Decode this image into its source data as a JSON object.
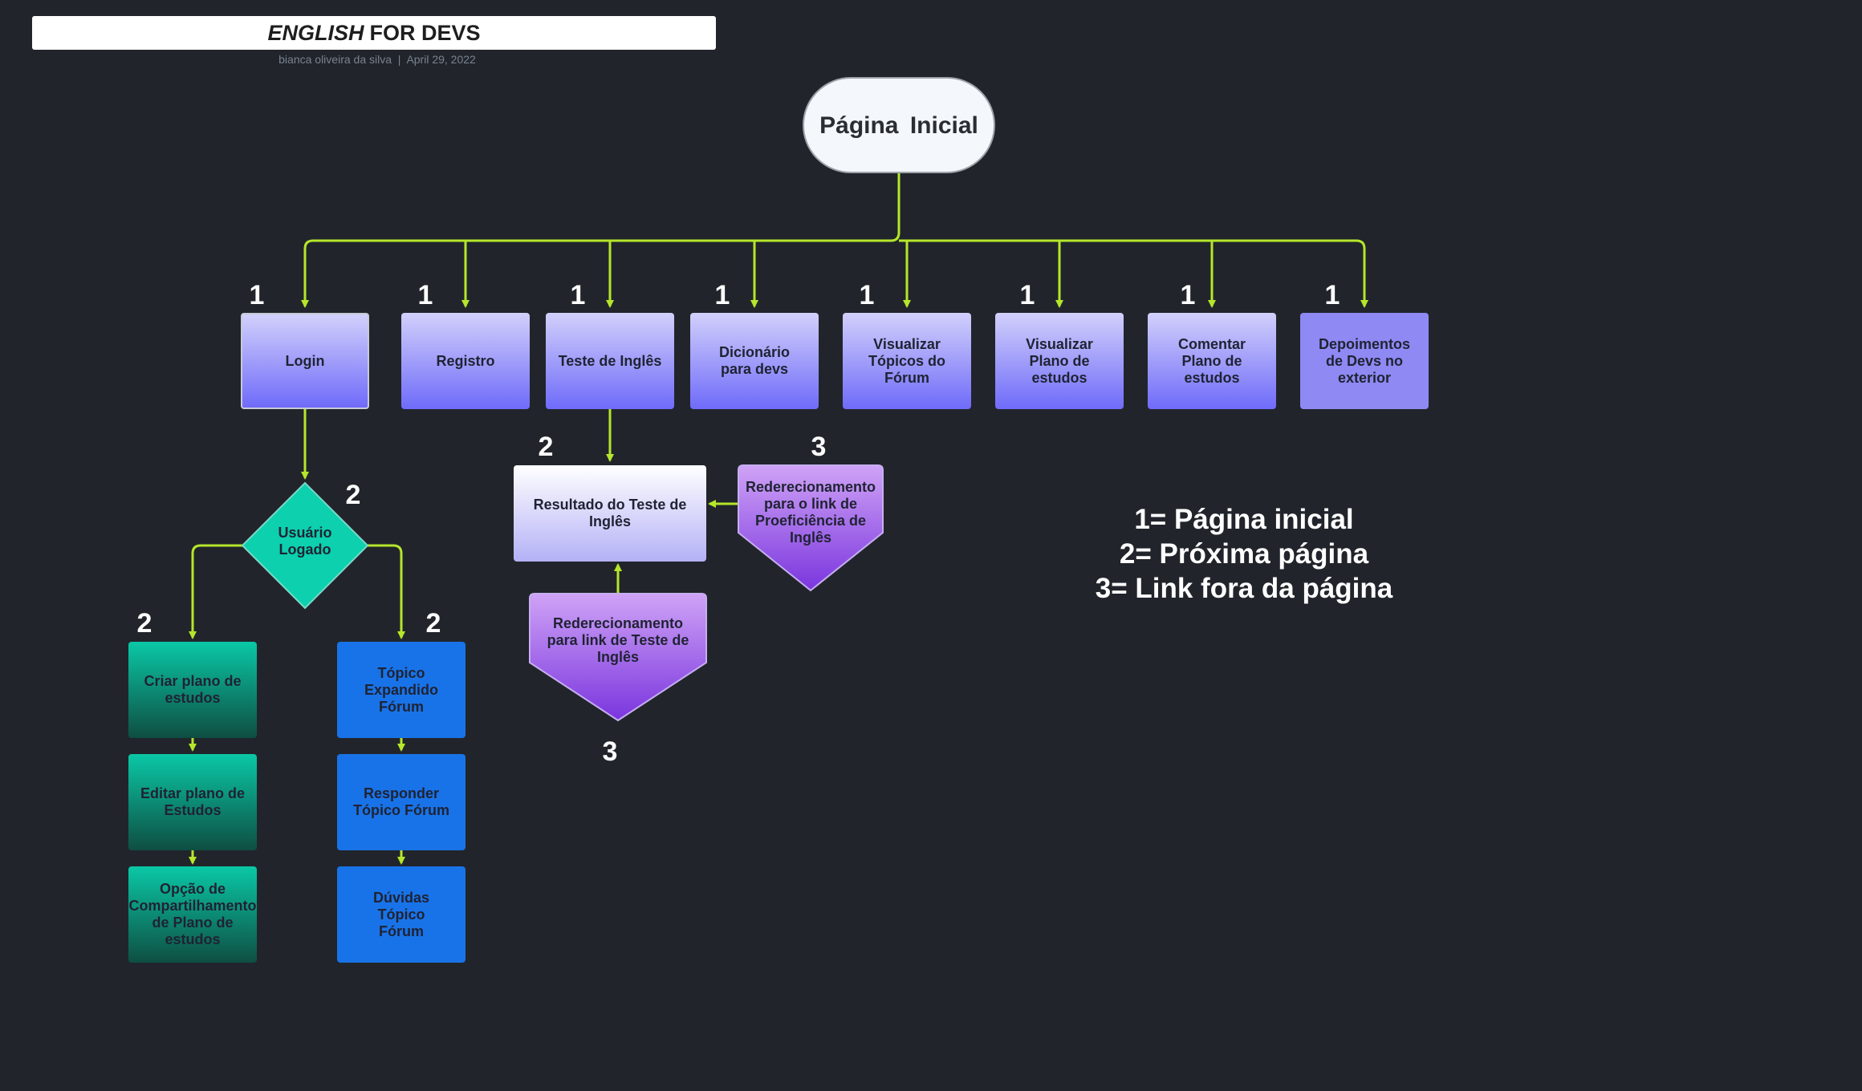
{
  "header": {
    "title_italic": "ENGLISH",
    "title_rest": "FOR DEVS",
    "author": "bianca oliveira da silva",
    "date": "April 29, 2022"
  },
  "root": "Página  Inicial",
  "level1": [
    "Login",
    "Registro",
    "Teste de Inglês",
    "Dicionário para devs",
    "Visualizar Tópicos  do Fórum",
    "Visualizar Plano de estudos",
    "Comentar Plano de estudos",
    "Depoimentos de Devs no exterior"
  ],
  "decision": "Usuário Logado",
  "left_branch": [
    "Criar  plano de estudos",
    "Editar plano de Estudos",
    "Opção de Compartilhamento de Plano de estudos"
  ],
  "right_branch": [
    "Tópico Expandido Fórum",
    "Responder Tópico Fórum",
    "Dúvidas Tópico Fórum"
  ],
  "test_result": "Resultado do Teste de Inglês",
  "redirect_proficiency": "Rederecionamento para o link de Proeficiência de Inglês",
  "redirect_test": "Rederecionamento para link de Teste de Inglês",
  "numbers": {
    "one": "1",
    "two": "2",
    "three": "3"
  },
  "legend": [
    "1= Página inicial",
    "2= Próxima página",
    "3= Link fora da página"
  ],
  "colors": {
    "background": "#21252b",
    "connector": "#b5e62b",
    "purple_top": "#d2d0fb",
    "purple_bottom": "#6f6bfa",
    "teal": "#0ac8a6",
    "blue": "#1973e8",
    "violet": "#8a3fe0"
  }
}
